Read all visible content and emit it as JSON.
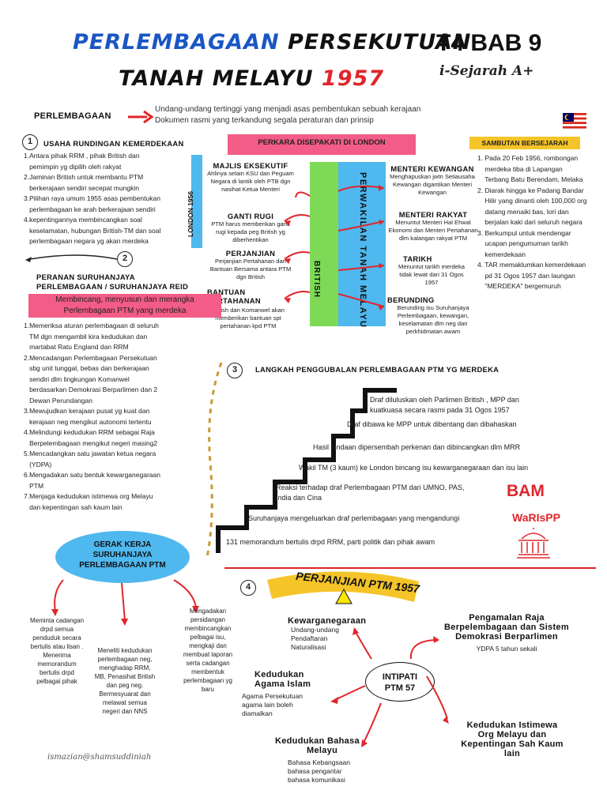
{
  "header": {
    "title_part1": "PERLEMBAGAAN",
    "title_part2": " PERSEKUTUAN",
    "title_line2": "TANAH MELAYU ",
    "title_year": "1957",
    "code": "T4 BAB 9",
    "subtitle": "i-Sejarah A+"
  },
  "definition": {
    "label": "PERLEMBAGAAN",
    "line1": "Undang-undang tertinggi yang menjadi asas pembentukan sebuah kerajaan",
    "line2": "Dokumen rasmi yang terkandung segala peraturan dan prinsip"
  },
  "section1": {
    "number": "1",
    "title": "USAHA RUNDINGAN KEMERDEKAAN",
    "items": [
      "1.Antara pihak RRM , pihak British dan",
      "   pemimpin yg dipilih oleh rakyat",
      "2.Jaminan British untuk membantu PTM",
      "   berkerajaan sendiri secepat mungkin",
      "3.Pilihan raya umum 1955 asas pembentukan",
      "   perlembagaan ke arah berkerajaan sendiri",
      "4.kepentingannya membincangkan soal",
      "   keselamatan, hubungan British-TM dan soal",
      "   perlembagaan negara yg akan merdeka"
    ]
  },
  "london": {
    "header": "PERKARA DISEPAKATI DI LONDON",
    "vertical_left": "LONDON 1956",
    "vertical_middle": "BRITISH",
    "vertical_right": "PERWAKILAN TANAH MELAYU",
    "left": [
      {
        "title": "MAJLIS EKSEKUTIF",
        "text": "Ahlinya selain KSU dan Peguam Negara di lantik oleh PTB dgn nasihat Ketua Menteri"
      },
      {
        "title": "GANTI RUGI",
        "text": "PTM harus memberikan ganti rugi kepada peg British yg diberhentikan"
      },
      {
        "title": "PERJANJIAN",
        "text": "Perjanjian Pertahanan dan Bantuan Bersama antara PTM dgn British"
      },
      {
        "title": "BANTUAN PERTAHANAN",
        "text": "British dan Komanwel akan memberikan bantuan spt pertahanan kpd PTM"
      }
    ],
    "right": [
      {
        "title": "MENTERI KEWANGAN",
        "text": "Menghapuskan jwtn Setiausaha Kewangan digantikan Menteri Kewangan"
      },
      {
        "title": "MENTERI RAKYAT",
        "text": "Menuntut Menteri Hal Ehwal Ekonomi dan Menteri Pertahanan dlm kalangan rakyat PTM"
      },
      {
        "title": "TARIKH",
        "text": "Menuntut tarikh merdeka tidak lewat dari 31 Ogos 1957"
      },
      {
        "title": "BERUNDING",
        "text": "Berunding isu Suruhanjaya Perlembagaan, kewangan, keselamatan dlm neg dan perkhidmatan awam"
      }
    ]
  },
  "celebration": {
    "header": "SAMBUTAN BERSEJARAH",
    "items": [
      "1. Pada 20 Feb 1956, rombongan",
      "    merdeka tiba di Lapangan",
      "    Terbang Batu Berendam, Melaka",
      "2. Diarak hingga ke Padang Bandar",
      "    Hilir yang dinanti oleh 100,000 org",
      "    datang menaiki bas, lori dan",
      "    berjalan kaki dari seluruh negara",
      "3. Berkumpul untuk mendengar",
      "    ucapan pengumuman tarikh",
      "    kemerdekaan",
      "4. TAR memaklumkan kemerdekaan",
      "    pd 31 Ogos 1957 dan laungan",
      "    \"MERDEKA\" bergemuruh"
    ]
  },
  "section2": {
    "number": "2",
    "title_line1": "PERANAN SURUHANJAYA",
    "title_line2": "PERLEMBAGAAN / SURUHANJAYA REID",
    "banner_line1": "Membincang, menyusun dan merangka",
    "banner_line2": "Perlembagaan PTM yang merdeka",
    "items": [
      "1.Memeriksa aturan perlembagaan di seluruh",
      "   TM dgn mengambil kira kedudukan dan",
      "   martabat Ratu England dan RRM",
      "2.Mencadangan Perlembagaan Persekutuan",
      "   sbg unit tunggal, bebas dan berkerajaan",
      "   sendiri dlm lingkungan Komanwel",
      "   berdasarkan Demokrasi Berparlimen dan 2",
      "   Dewan Perundangan",
      "3.Mewujudkan kerajaan pusat yg kuat dan",
      "   kerajaan neg mengikut autonomi tertentu",
      "4.Melindungi kedudukan RRM sebagai Raja",
      "   Berpelembagaan mengikut negeri masing2",
      "5.Mencadangkan satu jawatan ketua negara",
      "   (YDPA)",
      "6.Mengadakan satu bentuk kewarganegaraan",
      "   PTM",
      "7.Menjaga kedudukan istimewa org Melayu",
      "   dan kepentingan sah kaum lain"
    ]
  },
  "section3": {
    "number": "3",
    "title": "LANGKAH PENGGUBALAN PERLEMBAGAAN PTM YG MERDEKA",
    "steps": [
      "Draf diluluskan oleh Parlimen British , MPP dan",
      "kuatkuasa secara rasmi pada 31 Ogos 1957",
      "Draf dibawa ke MPP untuk dibentang dan dibahaskan",
      "Hasil pindaan dipersembah perkenan dan dibincangkan dlm MRR",
      "Wakil TM (3 kaum) ke London bincang isu kewarganegaraan dan isu lain",
      "Reaksi terhadap draf Perlembagaan PTM  dari UMNO, PAS,",
      "India dan Cina",
      "Suruhanjaya mengeluarkan draf perlembagaan yang mengandungi",
      "131 memorandum bertulis drpd RRM, parti politik dan pihak awam"
    ],
    "mnemonic1": "BAM",
    "mnemonic2": "WaRIsPP"
  },
  "gerak": {
    "title_line1": "GERAK KERJA",
    "title_line2": "SURUHANJAYA",
    "title_line3": "PERLEMBAGAAN PTM",
    "left": [
      "Meminta cadangan",
      "drpd semua",
      "penduduk secara",
      "bertulis atau lisan .",
      "Menerima",
      "memorandum",
      "bertulis drpd",
      "pelbagai pihak"
    ],
    "middle": [
      "Meneliti kedudukan",
      "perlembagaan neg,",
      "menghadap RRM,",
      "MB, Penasihat British",
      "dan peg neg.",
      "Bermesyuarat dan",
      "melawat semua",
      "negeri dan NNS"
    ],
    "right": [
      "Mengadakan",
      "persidangan",
      "membincangkan",
      "pelbagai isu,",
      "mengkaji dan",
      "membuat laporan",
      "serta cadangan",
      "membentuk",
      "perlembagaan yg",
      "baru"
    ]
  },
  "section4": {
    "number": "4",
    "banner": "PERJANJIAN PTM 1957",
    "center_line1": "INTIPATI",
    "center_line2": "PTM 57",
    "items": [
      {
        "title": "Kewarganegaraan",
        "lines": [
          "Undang-undang",
          "Pendaftaran",
          "Naturalisasi"
        ]
      },
      {
        "title": "Pengamalan Raja",
        "title2": "Berpelembagaan dan Sistem",
        "title3": "Demokrasi Berparlimen",
        "lines": [
          "YDPA 5 tahun sekali"
        ]
      },
      {
        "title": "Kedudukan",
        "title2": "Agama Islam",
        "lines": [
          "Agama Persekutuan",
          "agama lain boleh",
          "diamalkan"
        ]
      },
      {
        "title": "Kedudukan Istimewa",
        "title2": "Org Melayu dan",
        "title3": "Kepentingan Sah Kaum",
        "title4": "lain",
        "lines": []
      },
      {
        "title": "Kedudukan Bahasa",
        "title2": "Melayu",
        "lines": [
          "Bahasa Kebangsaan",
          "bahasa pengantar",
          "bahasa komunikasi"
        ]
      }
    ]
  },
  "footer": {
    "author": "ismazian@shamsuddiniah"
  },
  "colors": {
    "blue": "#1a56c4",
    "red": "#e0262b",
    "pink": "#f25c86",
    "yellow": "#f5c428",
    "green": "#7ed957",
    "lightblue": "#4fb8ee",
    "arrow": "#e0262b"
  }
}
